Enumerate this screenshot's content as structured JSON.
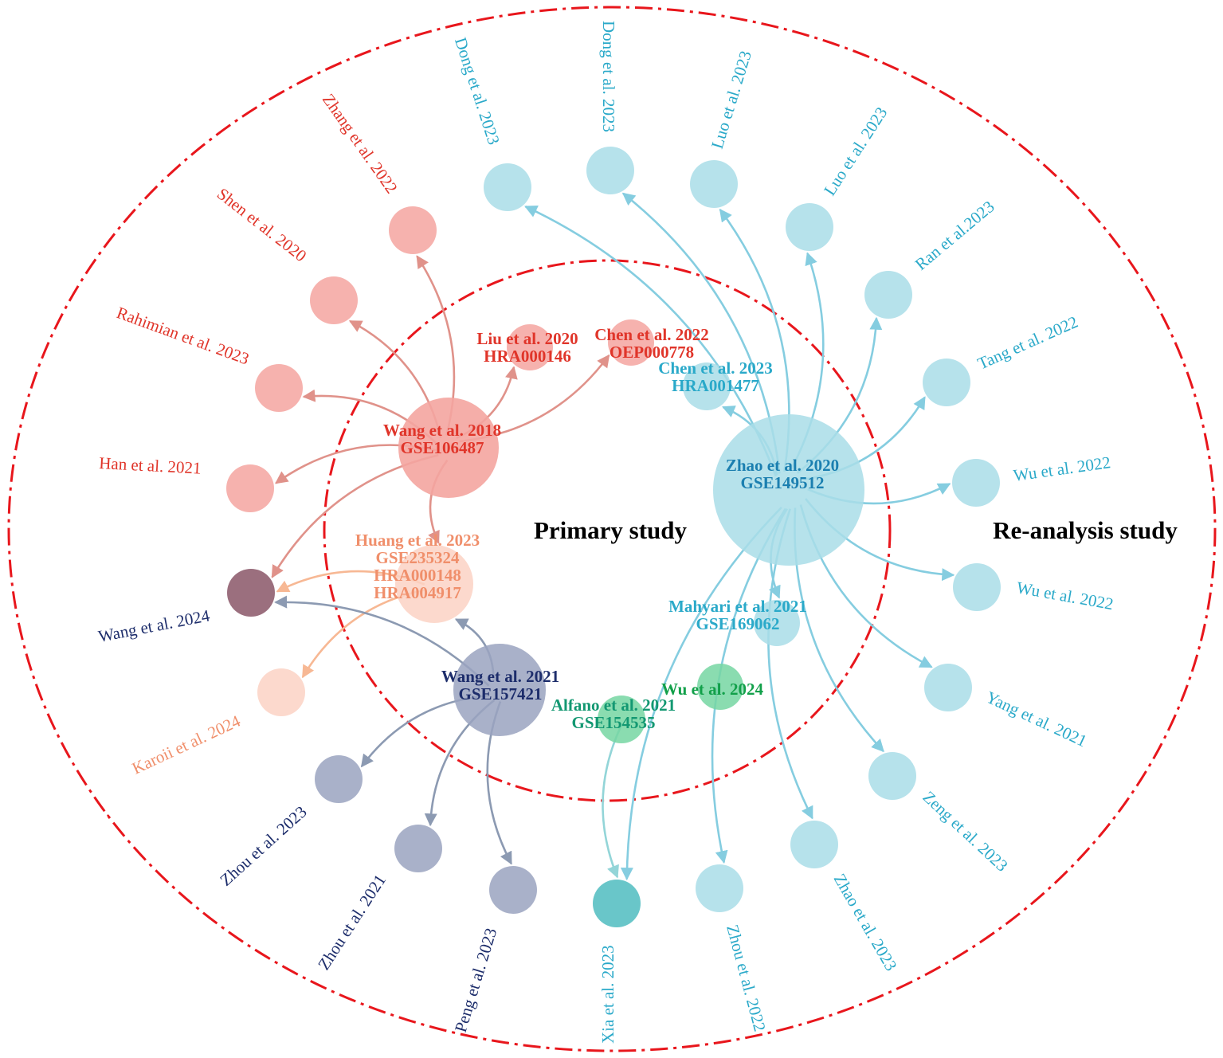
{
  "regions": {
    "primary": "Primary study",
    "reanalysis": "Re-analysis study"
  },
  "colors": {
    "boundary": "#e8161c",
    "pink_node": "#f4a5a0",
    "pink_text": "#e0352a",
    "cyan_node": "#a9dde7",
    "cyan_text": "#2aa9c9",
    "navy_node": "#9aa3bf",
    "navy_text": "#1d2d6b",
    "peach_node": "#fbd2c4",
    "peach_text": "#f08f6b",
    "teal_node": "#4fbcc0",
    "green_node": "#75d6a2",
    "green_text": "#12a04a",
    "mauve_node": "#8a5667"
  },
  "primary_nodes": [
    {
      "id": "wang2018",
      "lines": [
        "Wang et al. 2018",
        "GSE106487"
      ],
      "group": "pink"
    },
    {
      "id": "liu2020",
      "lines": [
        "Liu et al. 2020",
        "HRA000146"
      ],
      "group": "pink"
    },
    {
      "id": "chen2022",
      "lines": [
        "Chen et al. 2022",
        "OEP000778"
      ],
      "group": "pink"
    },
    {
      "id": "chen2023",
      "lines": [
        "Chen et al. 2023",
        "HRA001477"
      ],
      "group": "cyan"
    },
    {
      "id": "zhao2020",
      "lines": [
        "Zhao et al. 2020",
        "GSE149512"
      ],
      "group": "cyan"
    },
    {
      "id": "huang2023",
      "lines": [
        "Huang et al. 2023",
        "GSE235324",
        "HRA000148",
        "HRA004917"
      ],
      "group": "peach"
    },
    {
      "id": "mahyari2021",
      "lines": [
        "Mahyari et al. 2021",
        "GSE169062"
      ],
      "group": "cyan"
    },
    {
      "id": "wu2024",
      "lines": [
        "Wu et al. 2024"
      ],
      "group": "green"
    },
    {
      "id": "alfano2021",
      "lines": [
        "Alfano et al. 2021",
        "GSE154535"
      ],
      "group": "green"
    },
    {
      "id": "wang2021",
      "lines": [
        "Wang et al. 2021",
        "GSE157421"
      ],
      "group": "navy"
    }
  ],
  "outer_nodes": [
    {
      "id": "zhang2022",
      "label": "Zhang et al. 2022",
      "group": "pink"
    },
    {
      "id": "shen2020",
      "label": "Shen et al. 2020",
      "group": "pink"
    },
    {
      "id": "rahimian2023",
      "label": "Rahimian et al. 2023",
      "group": "pink"
    },
    {
      "id": "han2021",
      "label": "Han et al. 2021",
      "group": "pink"
    },
    {
      "id": "wang2024",
      "label": "Wang et al. 2024",
      "group": "mauve"
    },
    {
      "id": "karoii2024",
      "label": "Karoii et al. 2024",
      "group": "peach"
    },
    {
      "id": "zhou2023a",
      "label": "Zhou et al. 2023",
      "group": "navy"
    },
    {
      "id": "zhou2021",
      "label": "Zhou et al. 2021",
      "group": "navy"
    },
    {
      "id": "peng2023",
      "label": "Peng et al. 2023",
      "group": "navy"
    },
    {
      "id": "xia2023",
      "label": "Xia et al. 2023",
      "group": "teal"
    },
    {
      "id": "zhou2022",
      "label": "Zhou et al. 2022",
      "group": "cyan"
    },
    {
      "id": "zhao2023",
      "label": "Zhao et al. 2023",
      "group": "cyan"
    },
    {
      "id": "zeng2023",
      "label": "Zeng et al. 2023",
      "group": "cyan"
    },
    {
      "id": "yang2021",
      "label": "Yang et al. 2021",
      "group": "cyan"
    },
    {
      "id": "wu2022b",
      "label": "Wu et al. 2022",
      "group": "cyan"
    },
    {
      "id": "wu2022a",
      "label": "Wu et al. 2022",
      "group": "cyan"
    },
    {
      "id": "tang2022",
      "label": "Tang et al. 2022",
      "group": "cyan"
    },
    {
      "id": "ran2023",
      "label": "Ran et al.2023",
      "group": "cyan"
    },
    {
      "id": "luo2023b",
      "label": "Luo et al. 2023",
      "group": "cyan"
    },
    {
      "id": "luo2023a",
      "label": "Luo et al. 2023",
      "group": "cyan"
    },
    {
      "id": "dong2023b",
      "label": "Dong et al. 2023",
      "group": "cyan"
    },
    {
      "id": "dong2023a",
      "label": "Dong et al. 2023",
      "group": "cyan"
    }
  ],
  "edges": [
    {
      "from": "wang2018",
      "to": "zhang2022"
    },
    {
      "from": "wang2018",
      "to": "shen2020"
    },
    {
      "from": "wang2018",
      "to": "rahimian2023"
    },
    {
      "from": "wang2018",
      "to": "han2021"
    },
    {
      "from": "wang2018",
      "to": "wang2024"
    },
    {
      "from": "wang2018",
      "to": "liu2020"
    },
    {
      "from": "wang2018",
      "to": "chen2022"
    },
    {
      "from": "wang2018",
      "to": "huang2023"
    },
    {
      "from": "huang2023",
      "to": "wang2024"
    },
    {
      "from": "huang2023",
      "to": "karoii2024"
    },
    {
      "from": "wang2021",
      "to": "wang2024"
    },
    {
      "from": "wang2021",
      "to": "huang2023"
    },
    {
      "from": "wang2021",
      "to": "zhou2023a"
    },
    {
      "from": "wang2021",
      "to": "zhou2021"
    },
    {
      "from": "wang2021",
      "to": "peng2023"
    },
    {
      "from": "alfano2021",
      "to": "xia2023"
    },
    {
      "from": "zhao2020",
      "to": "dong2023a"
    },
    {
      "from": "zhao2020",
      "to": "dong2023b"
    },
    {
      "from": "zhao2020",
      "to": "luo2023a"
    },
    {
      "from": "zhao2020",
      "to": "luo2023b"
    },
    {
      "from": "zhao2020",
      "to": "ran2023"
    },
    {
      "from": "zhao2020",
      "to": "tang2022"
    },
    {
      "from": "zhao2020",
      "to": "wu2022a"
    },
    {
      "from": "zhao2020",
      "to": "wu2022b"
    },
    {
      "from": "zhao2020",
      "to": "yang2021"
    },
    {
      "from": "zhao2020",
      "to": "zeng2023"
    },
    {
      "from": "zhao2020",
      "to": "zhao2023"
    },
    {
      "from": "zhao2020",
      "to": "zhou2022"
    },
    {
      "from": "zhao2020",
      "to": "xia2023"
    },
    {
      "from": "zhao2020",
      "to": "chen2023"
    },
    {
      "from": "zhao2020",
      "to": "mahyari2021"
    }
  ]
}
